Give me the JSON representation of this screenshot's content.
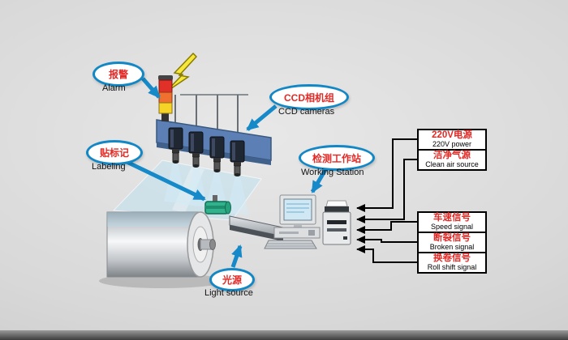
{
  "callouts": {
    "alarm": {
      "zh": "报警",
      "en": "Alarm"
    },
    "ccd": {
      "zh": "CCD相机组",
      "en": "CCD cameras"
    },
    "labeling": {
      "zh": "贴标记",
      "en": "Labeling"
    },
    "workstation": {
      "zh": "检测工作站",
      "en": "Working Station"
    },
    "light": {
      "zh": "光源",
      "en": "Light source"
    }
  },
  "signal_boxes": [
    {
      "zh": "220V电源",
      "en": "220V power"
    },
    {
      "zh": "洁净气源",
      "en": "Clean air source"
    },
    {
      "zh": "车速信号",
      "en": "Speed signal"
    },
    {
      "zh": "断裂信号",
      "en": "Broken signal"
    },
    {
      "zh": "换卷信号",
      "en": "Roll shift signal"
    }
  ],
  "colors": {
    "callout_border": "#1287c6",
    "label_red": "#e12a26",
    "arrow_blue": "#1689c8",
    "line_black": "#000000",
    "rail_blue": "#5c7fb5"
  }
}
